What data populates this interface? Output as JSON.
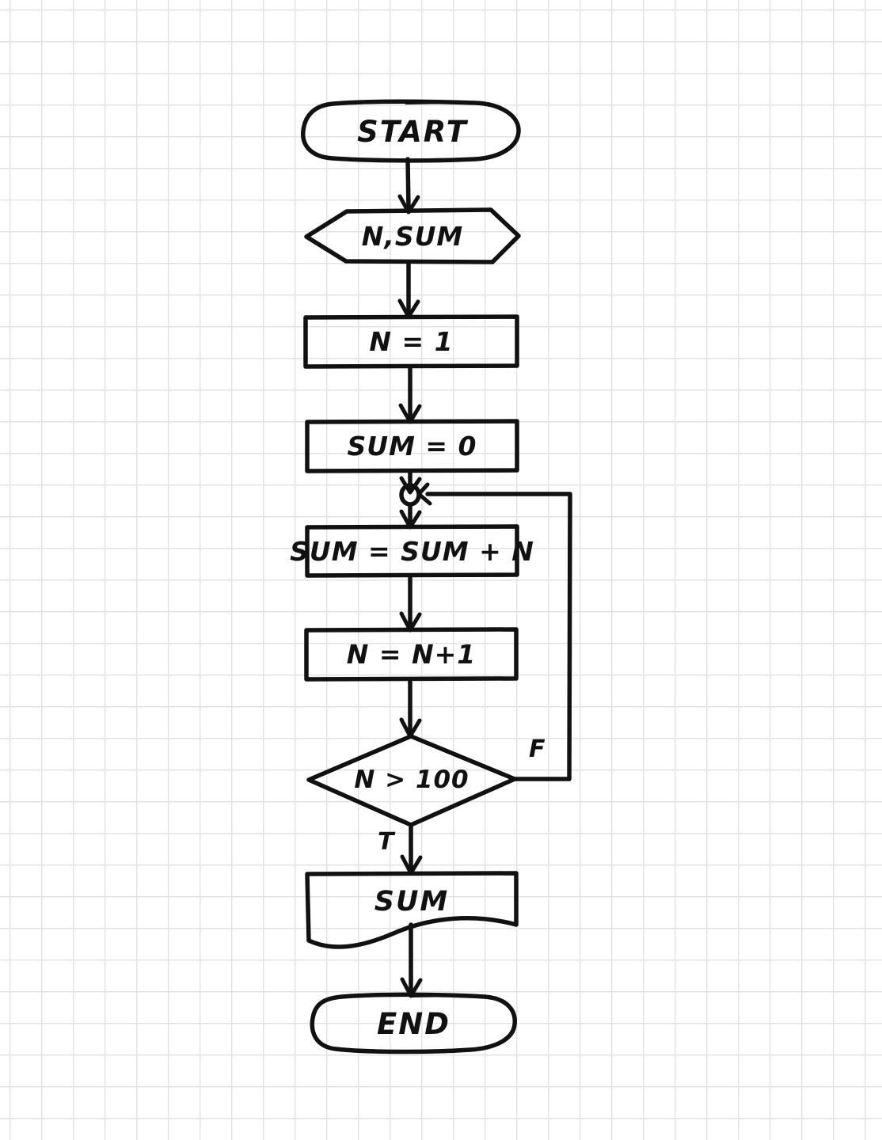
{
  "document": {
    "kind": "hand-drawn-flowchart",
    "title": "Sum of numbers flowchart",
    "background": "graph-paper-grid",
    "grid_color": "#e3e3e3",
    "ink_color": "#111111",
    "paper_color": "#ffffff"
  },
  "flowchart": {
    "nodes": [
      {
        "id": "start",
        "shape": "terminator",
        "label": "START"
      },
      {
        "id": "input",
        "shape": "hexagon",
        "label": "N,SUM"
      },
      {
        "id": "init_n",
        "shape": "process",
        "label": "N = 1"
      },
      {
        "id": "init_sum",
        "shape": "process",
        "label": "SUM = 0"
      },
      {
        "id": "junction",
        "shape": "connector",
        "label": ""
      },
      {
        "id": "add_sum",
        "shape": "process",
        "label": "SUM = SUM + N"
      },
      {
        "id": "incr_n",
        "shape": "process",
        "label": "N = N+1"
      },
      {
        "id": "decision",
        "shape": "diamond",
        "label": "N > 100"
      },
      {
        "id": "output",
        "shape": "document",
        "label": "SUM"
      },
      {
        "id": "end",
        "shape": "terminator",
        "label": "END"
      }
    ],
    "edges": [
      {
        "from": "start",
        "to": "input",
        "label": ""
      },
      {
        "from": "input",
        "to": "init_n",
        "label": ""
      },
      {
        "from": "init_n",
        "to": "init_sum",
        "label": ""
      },
      {
        "from": "init_sum",
        "to": "junction",
        "label": ""
      },
      {
        "from": "junction",
        "to": "add_sum",
        "label": ""
      },
      {
        "from": "add_sum",
        "to": "incr_n",
        "label": ""
      },
      {
        "from": "incr_n",
        "to": "decision",
        "label": ""
      },
      {
        "from": "decision",
        "to": "output",
        "label": "T"
      },
      {
        "from": "decision",
        "to": "junction",
        "label": "F"
      },
      {
        "from": "output",
        "to": "end",
        "label": ""
      }
    ],
    "branch_labels": {
      "true_label": "T",
      "false_label": "F"
    }
  }
}
